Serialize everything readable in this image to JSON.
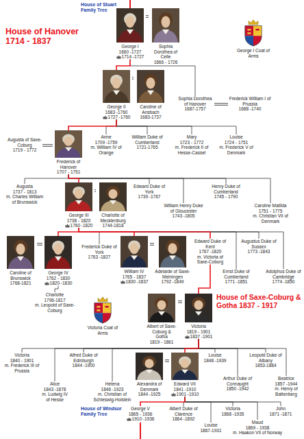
{
  "diagram": {
    "nodes": [
      {
        "text": [
          "George I",
          "1660 -1727",
          "1714 -1727"
        ]
      },
      {
        "text": [
          "Sophia Dorothea of Celle",
          "1666 - 1726"
        ]
      },
      {
        "text": [
          "George I Coat of Arms"
        ]
      },
      {
        "text": [
          "George II",
          "1683 -1760",
          "1727 -1760"
        ]
      },
      {
        "text": [
          "Caroline of Ansbach",
          "1683-1737"
        ]
      },
      {
        "text": [
          "Sophia Dorothea of Hanover",
          "1687-1757"
        ]
      },
      {
        "text": [
          "Frederick William I of Prussia",
          "1688 -1740"
        ]
      },
      {
        "text": [
          "Augusta of Saxe-Coburg",
          "1719 - 1772"
        ]
      },
      {
        "text": [
          "Frederick of Hanover",
          "1707 - 1751"
        ]
      },
      {
        "text": [
          "Anne",
          "1709 -1759",
          "m. William IV of Orange"
        ]
      },
      {
        "text": [
          "William Duke of Cumberland",
          "1721-1765"
        ]
      },
      {
        "text": [
          "Mary",
          "1723 - 1772",
          "m. Frederick II of Hesse-Cassel"
        ]
      },
      {
        "text": [
          "Louise",
          "1724 - 1751",
          "m. Frederick V of Denmark"
        ]
      },
      {
        "text": [
          "Augusta",
          "1737 - 1813",
          "m. Charles William of Brunswick"
        ]
      },
      {
        "text": [
          "George III",
          "1738 - 1820",
          "1760 -1820"
        ]
      },
      {
        "text": [
          "Charlotte of Mecklenburg",
          "1744-1818"
        ]
      },
      {
        "text": [
          "Edward Duke of York",
          "1739 -1767"
        ]
      },
      {
        "text": [
          "William Henry Duke of Gloucester",
          "1743 -1805"
        ]
      },
      {
        "text": [
          "Henry Duke of Cumberland",
          "1745 - 1790"
        ]
      },
      {
        "text": [
          "Caroline Matilda",
          "1751 - 1775",
          "m. Christian VII of Denmark"
        ]
      },
      {
        "text": [
          "Caroline of Brunswick",
          "1768-1821"
        ]
      },
      {
        "text": [
          "Charlotte",
          "1796-1817",
          "m. Leopold of Saxe-Coburg"
        ]
      },
      {
        "text": [
          "George IV",
          "1762 - 1830",
          "1820 -1830"
        ]
      },
      {
        "text": [
          "Frederick Duke of York",
          "1763 -1827"
        ]
      },
      {
        "text": [
          "William IV",
          "1765 - 1837",
          "1830 -1837"
        ]
      },
      {
        "text": [
          "Adelaide of Saxe-Meiningen",
          "1792 -1849"
        ]
      },
      {
        "text": [
          "Edward Duke of Kent",
          "1767 -1820",
          "m. Victoria of Saxe-Coburg"
        ]
      },
      {
        "text": [
          "Ernst Duke of Cumberland",
          "1771 -1851"
        ]
      },
      {
        "text": [
          "Augustus Duke of Sussex",
          "1773 -1843"
        ]
      },
      {
        "text": [
          "Adolphus Duke of Cambridge",
          "1774 -1850"
        ]
      },
      {
        "text": [
          "Victoria Coat of Arms"
        ]
      },
      {
        "text": [
          "Albert of Saxe-Coburg & Gotha",
          "1819 - 1861"
        ]
      },
      {
        "text": [
          "Victoria",
          "1819 - 1901",
          "1837 -1901"
        ]
      },
      {
        "text": [
          "Victoria",
          "1840 - 1901",
          "m. Frederick III of Prussia"
        ]
      },
      {
        "text": [
          "Alfred Duke of Edinburgh",
          "1844 -1900"
        ]
      },
      {
        "text": [
          "Alice",
          "1843 -1878",
          "m. Ludwig IV of Hesse"
        ]
      },
      {
        "text": [
          "Helena",
          "1846 -1923",
          "m. Christian of Schleswig-Holstein"
        ]
      },
      {
        "text": [
          "Alexandra of Denmark",
          "1844 -1925"
        ]
      },
      {
        "text": [
          "Edward VII",
          "1841 -1910",
          "1901 -1910"
        ]
      },
      {
        "text": [
          "Louise",
          "1848 -1939"
        ]
      },
      {
        "text": [
          "Arthur Duke of Connaught",
          "1850 -1942"
        ]
      },
      {
        "text": [
          "Leopold Duke of Albany",
          "1853-1884"
        ]
      },
      {
        "text": [
          "Beatrice",
          "1857 -1944",
          "m. Henry of Battenberg"
        ]
      },
      {
        "text": [
          "George V",
          "1865 - 1936",
          "1910 -1936"
        ]
      },
      {
        "text": [
          "Albert Duke of Clarence",
          "1864 -1892"
        ]
      },
      {
        "text": [
          "Victoria",
          "1868 -1935"
        ]
      },
      {
        "text": [
          "John",
          "1871 -1871"
        ]
      },
      {
        "text": [
          "Louise",
          "1867-1931"
        ]
      },
      {
        "text": [
          "Maud",
          "1869 - 1938",
          "m. Haakon VII of Norway"
        ]
      }
    ],
    "edges": [
      {
        "from": 0,
        "to": 1,
        "arrow": "none"
      },
      {
        "from": 0,
        "to": 3,
        "arrow": "none"
      },
      {
        "from": 0,
        "to": 5,
        "arrow": "none"
      },
      {
        "from": 3,
        "to": 4,
        "arrow": "none"
      },
      {
        "from": 5,
        "to": 6,
        "arrow": "none"
      },
      {
        "from": 3,
        "to": 8,
        "arrow": "none"
      },
      {
        "from": 3,
        "to": 9,
        "arrow": "none"
      },
      {
        "from": 3,
        "to": 10,
        "arrow": "none"
      },
      {
        "from": 3,
        "to": 11,
        "arrow": "none"
      },
      {
        "from": 3,
        "to": 12,
        "arrow": "none"
      },
      {
        "from": 7,
        "to": 8,
        "arrow": "none"
      },
      {
        "from": 8,
        "to": 13,
        "arrow": "none"
      },
      {
        "from": 8,
        "to": 14,
        "arrow": "none"
      },
      {
        "from": 8,
        "to": 16,
        "arrow": "none"
      },
      {
        "from": 8,
        "to": 17,
        "arrow": "none"
      },
      {
        "from": 8,
        "to": 18,
        "arrow": "none"
      },
      {
        "from": 8,
        "to": 19,
        "arrow": "none"
      },
      {
        "from": 14,
        "to": 15,
        "arrow": "none"
      },
      {
        "from": 14,
        "to": 22,
        "arrow": "none"
      },
      {
        "from": 14,
        "to": 23,
        "arrow": "none"
      },
      {
        "from": 14,
        "to": 24,
        "arrow": "none"
      },
      {
        "from": 14,
        "to": 26,
        "arrow": "none"
      },
      {
        "from": 14,
        "to": 27,
        "arrow": "none"
      },
      {
        "from": 14,
        "to": 28,
        "arrow": "none"
      },
      {
        "from": 14,
        "to": 29,
        "arrow": "none"
      },
      {
        "from": 20,
        "to": 22,
        "arrow": "none"
      },
      {
        "from": 22,
        "to": 21,
        "arrow": "none"
      },
      {
        "from": 24,
        "to": 25,
        "arrow": "none"
      },
      {
        "from": 26,
        "to": 32,
        "arrow": "none"
      },
      {
        "from": 31,
        "to": 32,
        "arrow": "none"
      },
      {
        "from": 32,
        "to": 33,
        "arrow": "none"
      },
      {
        "from": 32,
        "to": 34,
        "arrow": "none"
      },
      {
        "from": 32,
        "to": 35,
        "arrow": "none"
      },
      {
        "from": 32,
        "to": 36,
        "arrow": "none"
      },
      {
        "from": 32,
        "to": 38,
        "arrow": "none"
      },
      {
        "from": 32,
        "to": 39,
        "arrow": "none"
      },
      {
        "from": 32,
        "to": 40,
        "arrow": "none"
      },
      {
        "from": 32,
        "to": 41,
        "arrow": "none"
      },
      {
        "from": 32,
        "to": 42,
        "arrow": "none"
      },
      {
        "from": 37,
        "to": 38,
        "arrow": "none"
      },
      {
        "from": 38,
        "to": 43,
        "arrow": "none"
      },
      {
        "from": 38,
        "to": 44,
        "arrow": "none"
      },
      {
        "from": 38,
        "to": 45,
        "arrow": "none"
      },
      {
        "from": 38,
        "to": 46,
        "arrow": "none"
      },
      {
        "from": 38,
        "to": 47,
        "arrow": "none"
      },
      {
        "from": 38,
        "to": 48,
        "arrow": "none"
      }
    ],
    "labels": [
      "House of Stuart Family Tree",
      "House of Hanover 1714 - 1837",
      "House of Saxe-Coburg & Gotha 1837 - 1917",
      "House of Windsor Family Tree"
    ]
  }
}
